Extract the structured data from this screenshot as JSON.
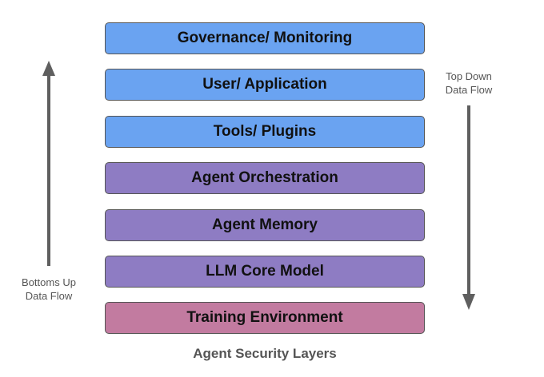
{
  "layers": [
    {
      "label": "Governance/ Monitoring",
      "color": "#6aa3f1"
    },
    {
      "label": "User/ Application",
      "color": "#6aa3f1"
    },
    {
      "label": "Tools/ Plugins",
      "color": "#6aa3f1"
    },
    {
      "label": "Agent Orchestration",
      "color": "#8e7cc3"
    },
    {
      "label": "Agent Memory",
      "color": "#8e7cc3"
    },
    {
      "label": "LLM Core Model",
      "color": "#8e7cc3"
    },
    {
      "label": "Training Environment",
      "color": "#c27ba0"
    }
  ],
  "flows": {
    "up": {
      "line1": "Bottoms Up",
      "line2": "Data Flow"
    },
    "down": {
      "line1": "Top Down",
      "line2": "Data Flow"
    }
  },
  "caption": "Agent Security Layers",
  "colors": {
    "arrow": "#5f5f5f",
    "border": "#555555",
    "muted_text": "#555555"
  }
}
